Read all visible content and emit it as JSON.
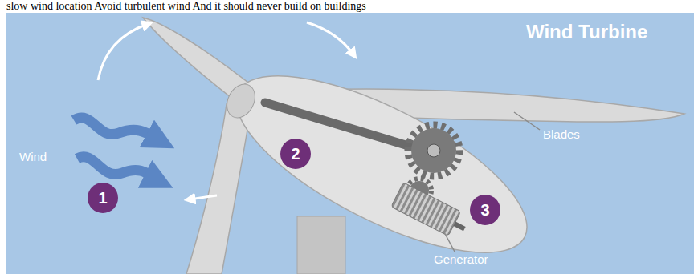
{
  "diagram": {
    "title": "Wind Turbine",
    "nodes": [
      {
        "text": [
          "1"
        ]
      },
      {
        "text": [
          "2"
        ]
      },
      {
        "text": [
          "3"
        ]
      }
    ],
    "labels": [
      "slow wind location Avoid turbulent wind And it should never build on buildings",
      "Wind",
      "Blades",
      "Generator"
    ]
  }
}
